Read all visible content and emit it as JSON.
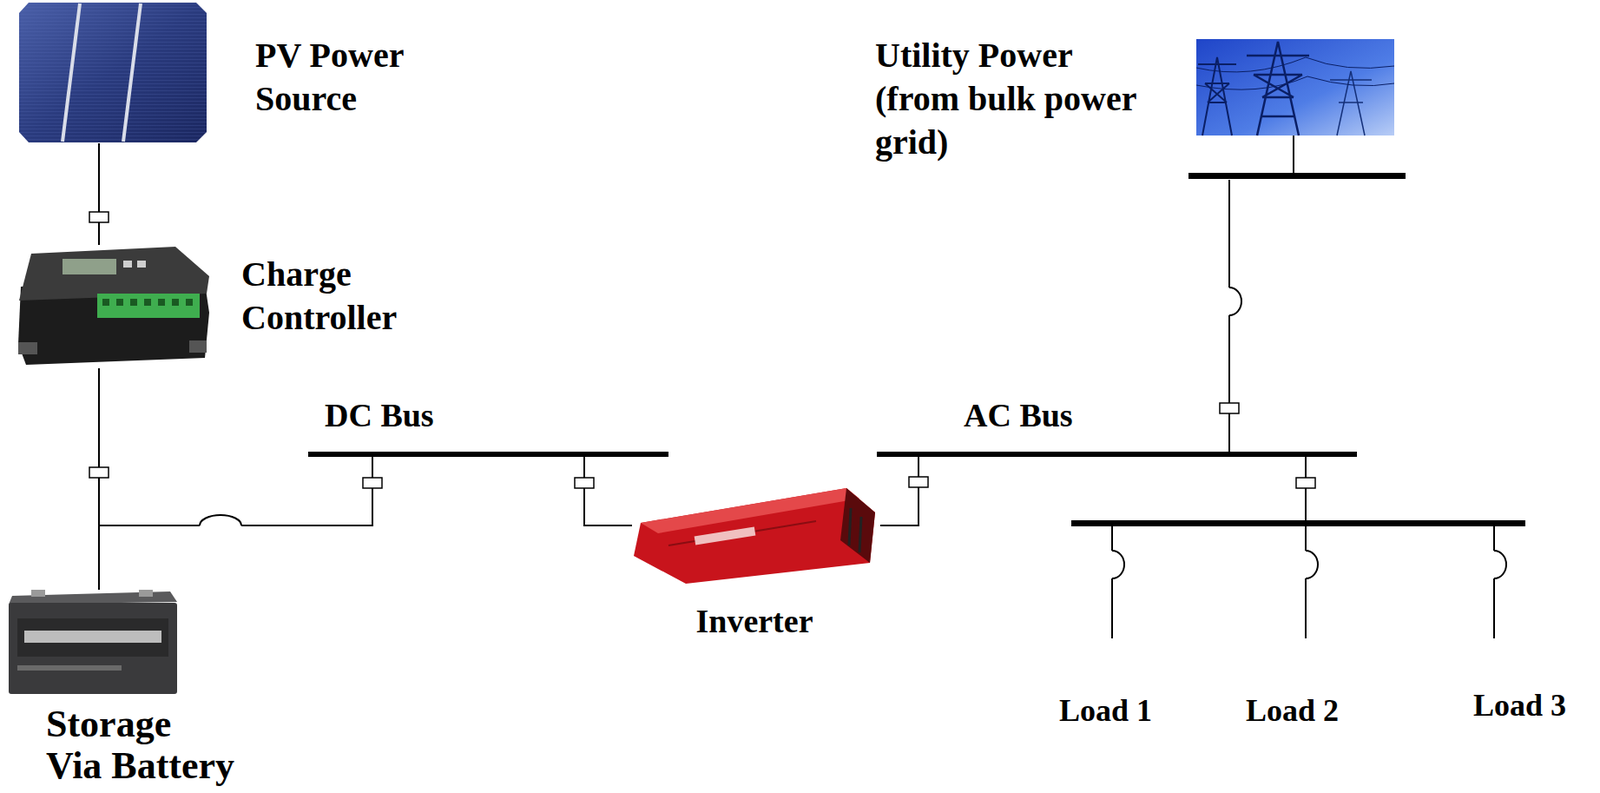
{
  "diagram": {
    "nodes": [
      {
        "text": [
          "PV Power Source"
        ]
      },
      {
        "text": [
          "Utility Power (from bulk power grid)"
        ]
      },
      {
        "text": [
          "Charge Controller"
        ]
      },
      {
        "text": [
          "DC Bus"
        ]
      },
      {
        "text": [
          "AC Bus"
        ]
      },
      {
        "text": [
          "Inverter"
        ]
      },
      {
        "text": [
          "Storage Via Battery"
        ]
      },
      {
        "text": [
          "Load 1"
        ]
      },
      {
        "text": [
          "Load 2"
        ]
      },
      {
        "text": [
          "Load 3"
        ]
      }
    ],
    "edges": [
      {
        "from": 0,
        "to": 2,
        "arrow": "none"
      },
      {
        "from": 2,
        "to": 6,
        "arrow": "none"
      },
      {
        "from": 2,
        "to": 3,
        "arrow": "none"
      },
      {
        "from": 6,
        "to": 3,
        "arrow": "none"
      },
      {
        "from": 3,
        "to": 5,
        "arrow": "none"
      },
      {
        "from": 5,
        "to": 4,
        "arrow": "none"
      },
      {
        "from": 1,
        "to": 4,
        "arrow": "none"
      },
      {
        "from": 4,
        "to": 7,
        "arrow": "none"
      },
      {
        "from": 4,
        "to": 8,
        "arrow": "none"
      },
      {
        "from": 4,
        "to": 9,
        "arrow": "none"
      }
    ]
  }
}
